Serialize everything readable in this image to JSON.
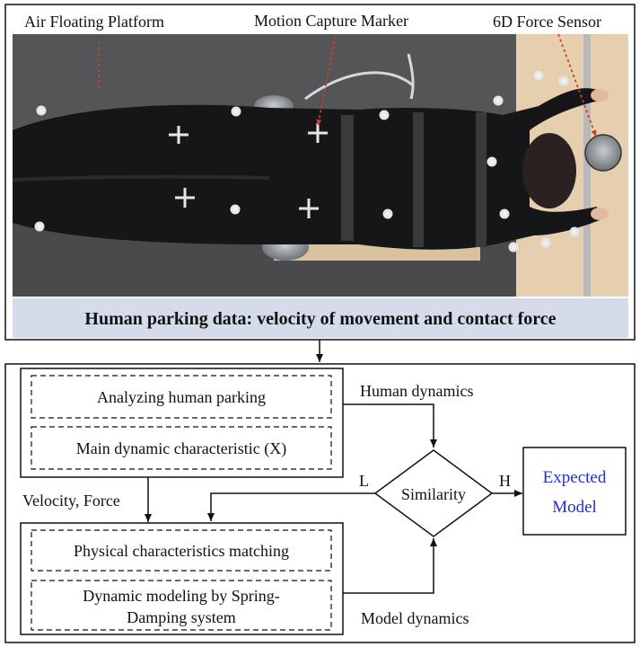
{
  "photo": {
    "labels": {
      "air_floating_platform": "Air Floating Platform",
      "motion_capture_marker": "Motion Capture Marker",
      "force_sensor": "6D Force Sensor"
    },
    "caption": "Human parking data: velocity of movement and contact force"
  },
  "flow": {
    "analysis_box": {
      "item1": "Analyzing human parking",
      "item2": "Main dynamic characteristic (X)"
    },
    "modeling_box": {
      "item1": "Physical characteristics matching",
      "item2_line1": "Dynamic modeling by Spring-",
      "item2_line2": "Damping system"
    },
    "human_dynamics": "Human dynamics",
    "model_dynamics": "Model dynamics",
    "velocity_force": "Velocity, Force",
    "decision": "Similarity",
    "low_branch": "L",
    "high_branch": "H",
    "result_line1": "Expected",
    "result_line2": "Model",
    "colors": {
      "result_text": "#1f2fd6",
      "caption_band": "#d4dcea",
      "label_arrow": "#d43a2a"
    }
  }
}
